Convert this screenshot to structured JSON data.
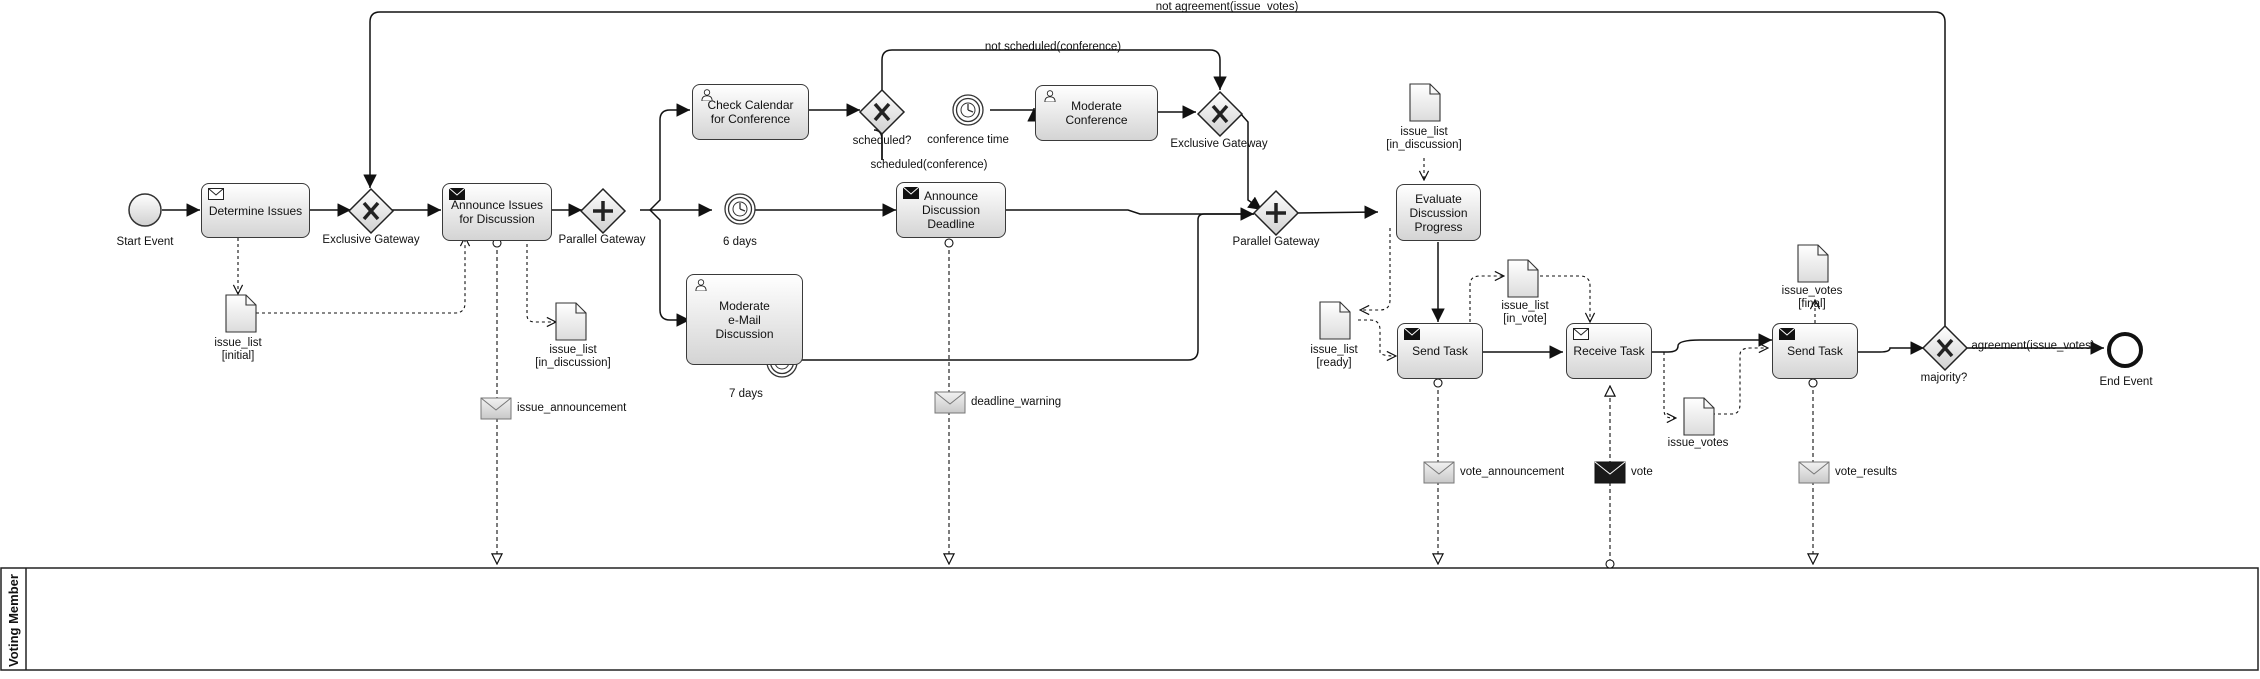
{
  "diagram": {
    "tasks": [
      {
        "id": "determine_issues",
        "label": "Determine Issues",
        "marker": "receive"
      },
      {
        "id": "announce_issues",
        "label": "Announce Issues\nfor Discussion",
        "marker": "send"
      },
      {
        "id": "check_calendar",
        "label": "Check Calendar\nfor Conference",
        "marker": "user"
      },
      {
        "id": "moderate_conference",
        "label": "Moderate\nConference",
        "marker": "user"
      },
      {
        "id": "announce_deadline",
        "label": "Announce\nDiscussion\nDeadline",
        "marker": "send"
      },
      {
        "id": "moderate_email",
        "label": "Moderate\ne-Mail\nDiscussion",
        "marker": "user"
      },
      {
        "id": "evaluate_progress",
        "label": "Evaluate\nDiscussion\nProgress",
        "marker": "none"
      },
      {
        "id": "send_task_1",
        "label": "Send Task",
        "marker": "send"
      },
      {
        "id": "receive_task",
        "label": "Receive Task",
        "marker": "receive"
      },
      {
        "id": "send_task_2",
        "label": "Send Task",
        "marker": "send"
      }
    ],
    "events": {
      "start": "Start Event",
      "end": "End Event",
      "timer_6days": "6 days",
      "timer_7days": "7 days",
      "timer_conference": "conference time"
    },
    "gateways": {
      "exclusive_1": "Exclusive Gateway",
      "parallel_1": "Parallel Gateway",
      "scheduled": "scheduled?",
      "exclusive_2": "Exclusive Gateway",
      "parallel_2": "Parallel Gateway",
      "majority": "majority?"
    },
    "data_objects": {
      "issue_list_initial": "issue_list\n[initial]",
      "issue_list_in_discussion_1": "issue_list\n[in_discussion]",
      "issue_list_in_discussion_2": "issue_list\n[in_discussion]",
      "issue_list_ready": "issue_list\n[ready]",
      "issue_list_in_vote": "issue_list\n[in_vote]",
      "issue_votes": "issue_votes",
      "issue_votes_final": "issue_votes\n[final]"
    },
    "messages": {
      "issue_announcement": "issue_announcement",
      "deadline_warning": "deadline_warning",
      "vote_announcement": "vote_announcement",
      "vote": "vote",
      "vote_results": "vote_results"
    },
    "flow_labels": {
      "not_agreement": "not agreement(issue_votes)",
      "not_scheduled": "not scheduled(conference)",
      "scheduled": "scheduled(conference)",
      "agreement": "agreement(issue_votes)"
    },
    "pool": {
      "label": "Voting Member"
    }
  }
}
